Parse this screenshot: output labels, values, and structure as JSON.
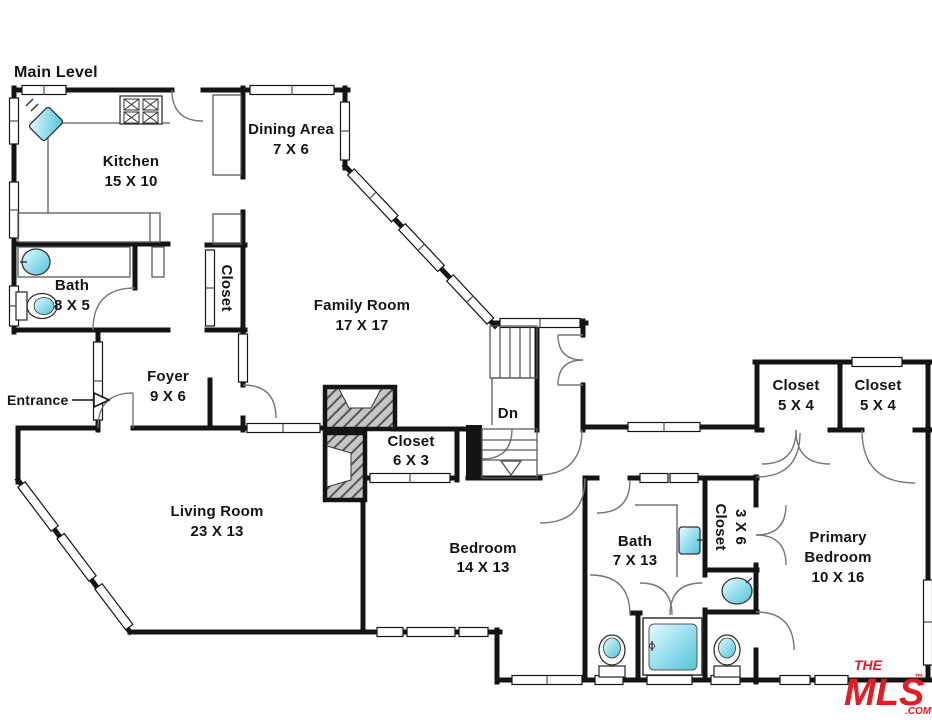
{
  "title": "Main Level",
  "rooms": {
    "kitchen": {
      "name": "Kitchen",
      "dims": "15 X 10"
    },
    "dining": {
      "name": "Dining Area",
      "dims": "7 X 6"
    },
    "bath_main": {
      "name": "Bath",
      "dims": "8 X 5"
    },
    "closet_foyer": {
      "name": "Closet"
    },
    "family": {
      "name": "Family Room",
      "dims": "17 X 17"
    },
    "foyer": {
      "name": "Foyer",
      "dims": "9 X 6"
    },
    "living": {
      "name": "Living Room",
      "dims": "23 X 13"
    },
    "closet_hall": {
      "name": "Closet",
      "dims": "6 X 3"
    },
    "bedroom": {
      "name": "Bedroom",
      "dims": "14 X 13"
    },
    "bath_hall": {
      "name": "Bath",
      "dims": "7 X 13"
    },
    "closet_bath": {
      "name": "Closet",
      "dims": "3 X 6"
    },
    "primary": {
      "line1": "Primary",
      "line2": "Bedroom",
      "dims": "10 X 16"
    },
    "closet_primary_left": {
      "name": "Closet",
      "dims": "5 X 4"
    },
    "closet_primary_right": {
      "name": "Closet",
      "dims": "5 X 4"
    }
  },
  "annotations": {
    "entrance": "Entrance",
    "stairs_down": "Dn"
  },
  "logo": {
    "line1": "THE",
    "line2": "MLS",
    "suffix": ".COM",
    "tm": "™"
  },
  "colors": {
    "wall": "#141414",
    "fixture_aqua": "#8edce9",
    "logo_red": "#e31b23"
  }
}
